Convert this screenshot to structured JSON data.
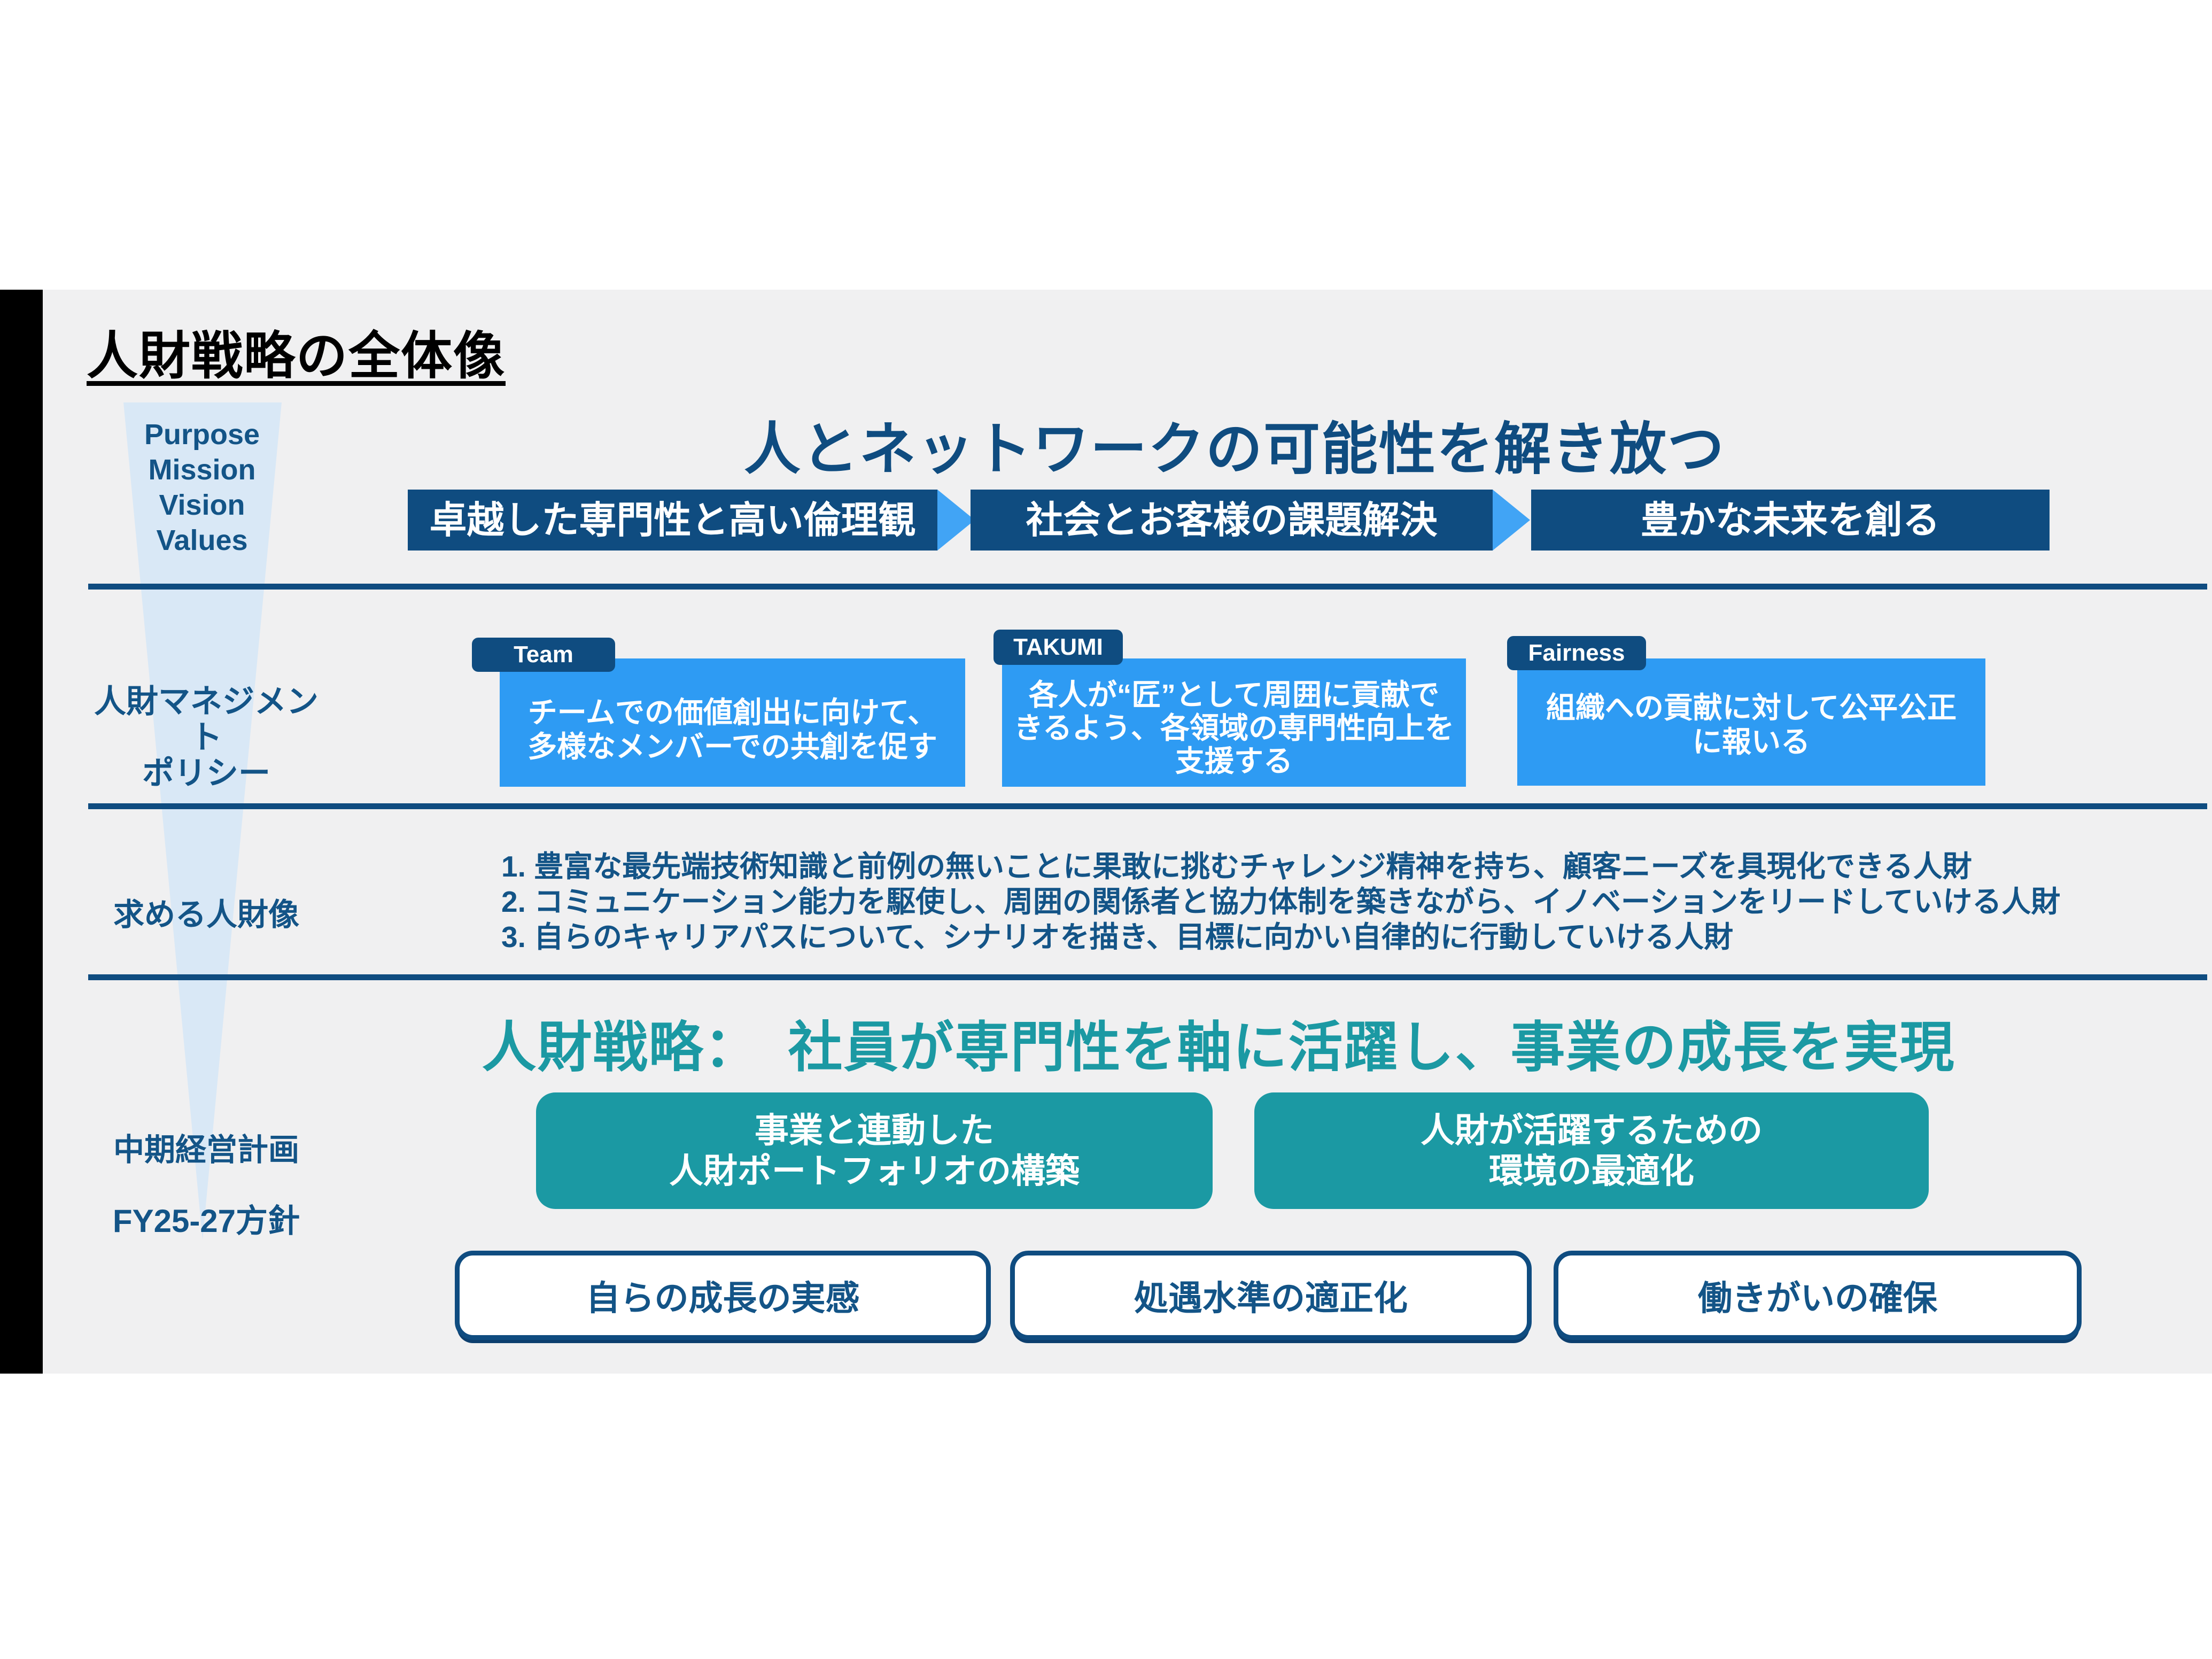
{
  "slide": {
    "title": "人財戦略の全体像",
    "pmvv": {
      "lines": [
        "Purpose",
        "Mission",
        "Vision",
        "Values"
      ]
    },
    "vision_headline": "人とネットワークの可能性を解き放つ",
    "value_chain": {
      "items": [
        "卓越した専門性と高い倫理観",
        "社会とお客様の課題解決",
        "豊かな未来を創る"
      ]
    },
    "policy": {
      "row_label_lines": [
        "人財マネジメント",
        "ポリシー"
      ],
      "items": [
        {
          "tag": "Team",
          "lines": [
            "チームでの価値創出に向けて、",
            "多様なメンバーでの共創を促す"
          ]
        },
        {
          "tag": "TAKUMI",
          "lines": [
            "各人が“匠”として周囲に貢献で",
            "きるよう、各領域の専門性向上を",
            "支援する"
          ]
        },
        {
          "tag": "Fairness",
          "lines": [
            "組織への貢献に対して公平公正",
            "に報いる"
          ]
        }
      ]
    },
    "ideal": {
      "row_label": "求める人財像",
      "items": [
        "1. 豊富な最先端技術知識と前例の無いことに果敢に挑むチャレンジ精神を持ち、顧客ニーズを具現化できる人財",
        "2. コミュニケーション能力を駆使し、周囲の関係者と協力体制を築きながら、イノベーションをリードしていける人財",
        "3. 自らのキャリアパスについて、シナリオを描き、目標に向かい自律的に行動していける人財"
      ]
    },
    "midterm": {
      "row_label_top": "中期経営計画",
      "row_label_bottom": "FY25-27方針",
      "headline": "人財戦略：　社員が専門性を軸に活躍し、事業の成長を実現",
      "pillars": [
        {
          "lines": [
            "事業と連動した",
            "人財ポートフォリオの構築"
          ]
        },
        {
          "lines": [
            "人財が活躍するための",
            "環境の最適化"
          ]
        }
      ],
      "outcomes": [
        "自らの成長の実感",
        "処遇水準の適正化",
        "働きがいの確保"
      ]
    },
    "colors": {
      "navy": "#0f4c80",
      "bright-blue": "#2e9bf3",
      "arrow-blue": "#41a4f5",
      "teal": "#1b99a3",
      "funnel-blue": "#d9e8f6",
      "text-blue": "#135487",
      "slide-bg": "#f0f0f1"
    }
  }
}
